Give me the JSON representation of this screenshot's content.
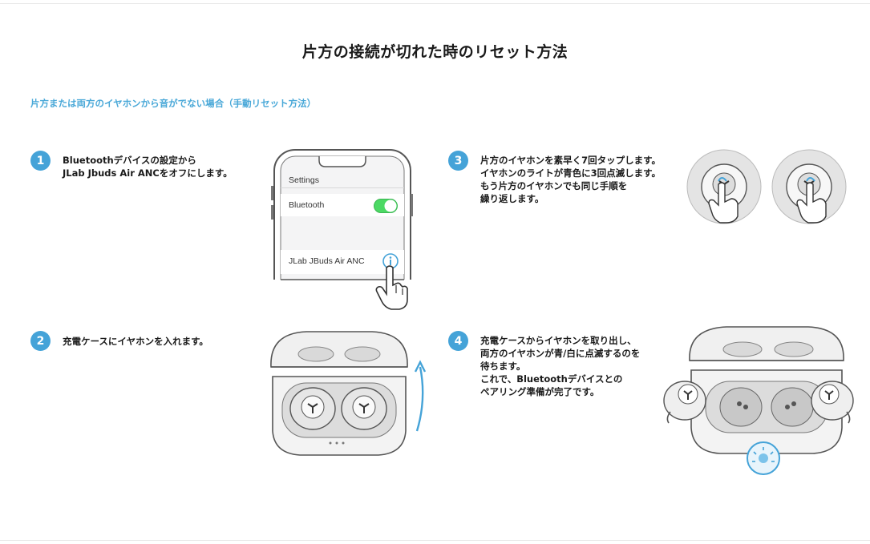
{
  "page": {
    "title": "片方の接続が切れた時のリセット方法",
    "subtitle": "片方または両方のイヤホンから音がでない場合（手動リセット方法）"
  },
  "steps": [
    {
      "number": "1",
      "text": "Bluetoothデバイスの設定から\nJLab Jbuds  Air ANCをオフにします。"
    },
    {
      "number": "2",
      "text": "充電ケースにイヤホンを入れます。"
    },
    {
      "number": "3",
      "text": "片方のイヤホンを素早く7回タップします。\nイヤホンのライトが青色に3回点滅します。\nもう片方のイヤホンでも同じ手順を\n繰り返します。"
    },
    {
      "number": "4",
      "text": "充電ケースからイヤホンを取り出し、\n両方のイヤホンが青/白に点滅するのを\n待ちます。\nこれで、Bluetoothデバイスとの\nペアリング準備が完了です。"
    }
  ],
  "phone": {
    "settings_label": "Settings",
    "bluetooth_label": "Bluetooth",
    "bluetooth_on": true,
    "device_label": "JLab JBuds Air ANC",
    "info_icon": "info-icon"
  },
  "colors": {
    "accent": "#45a3d8",
    "subtitle": "#49a8d8",
    "toggle_on": "#4cd964"
  }
}
